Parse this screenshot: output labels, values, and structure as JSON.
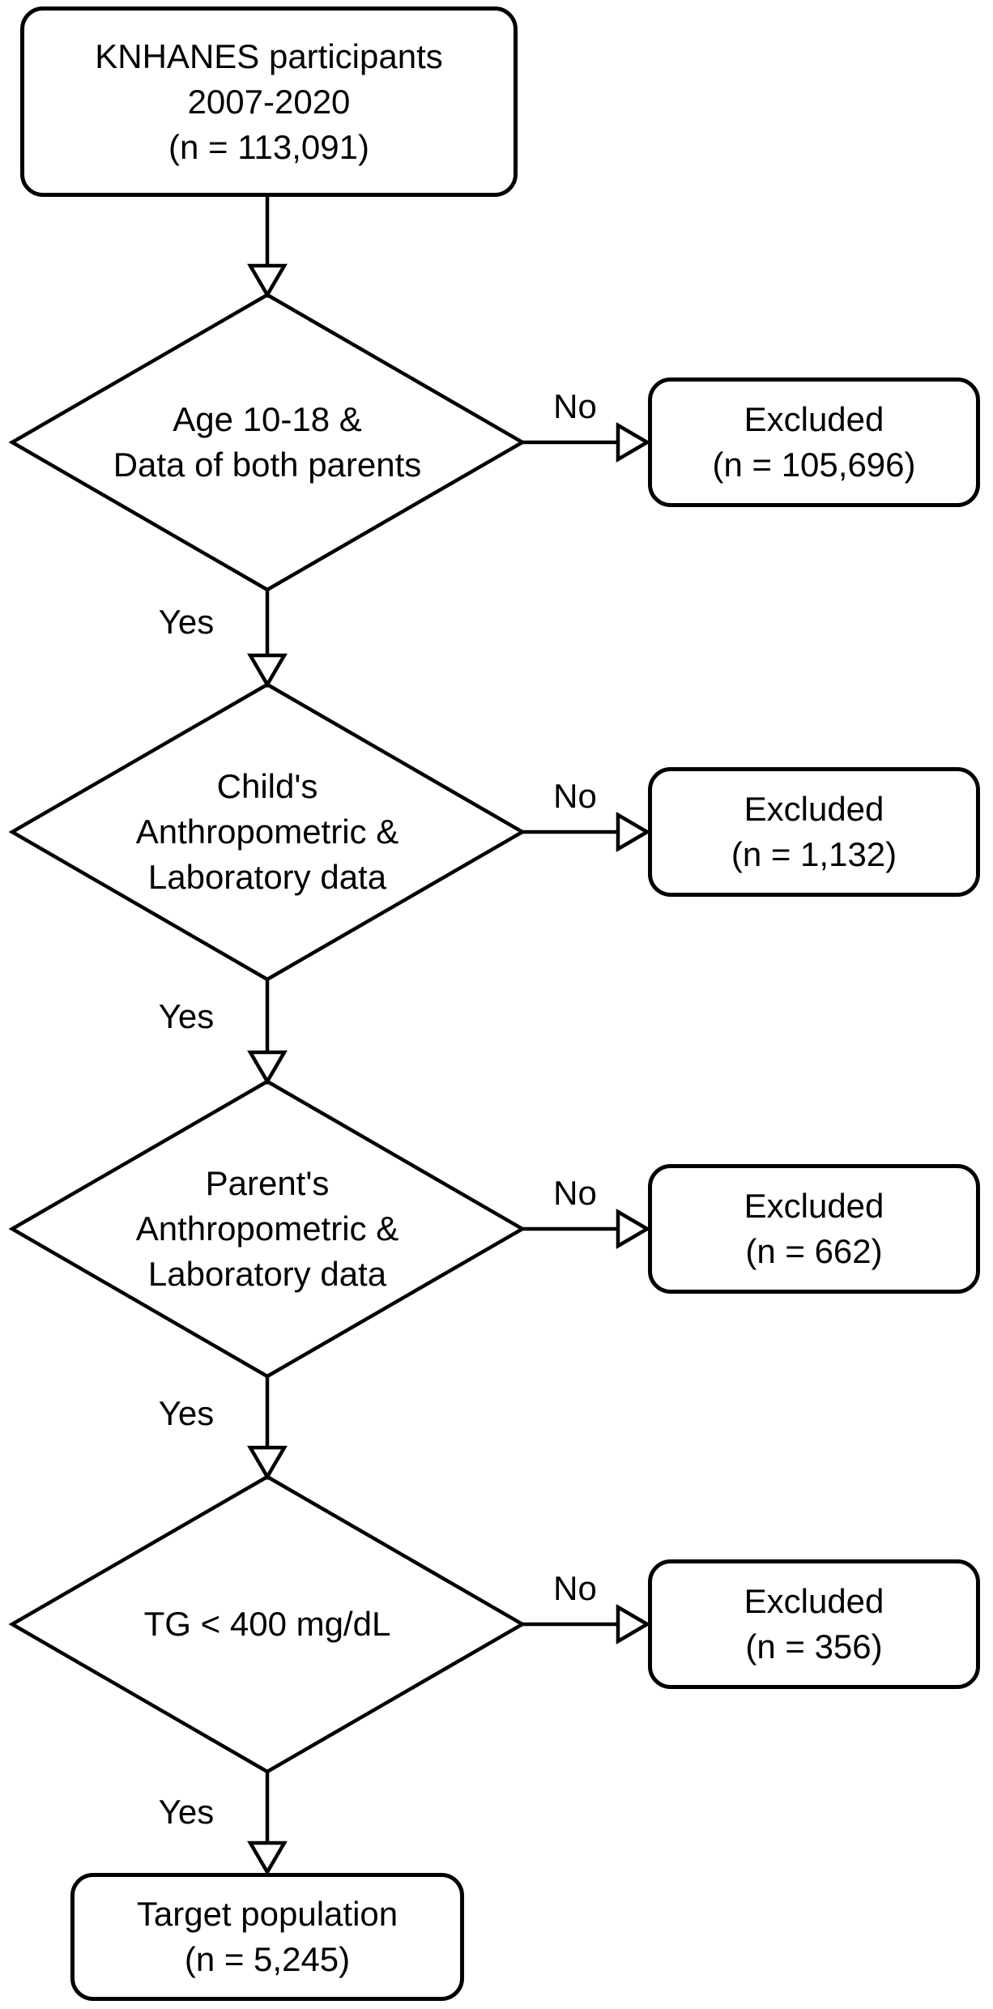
{
  "diagram": {
    "start": "KNHANES participants\n2007-2020\n(n = 113,091)",
    "decisions": [
      {
        "label": "Age 10-18 &\nData of both parents",
        "no": "No",
        "yes": "Yes",
        "excluded": "Excluded\n(n = 105,696)"
      },
      {
        "label": "Child's\nAnthropometric &\nLaboratory data",
        "no": "No",
        "yes": "Yes",
        "excluded": "Excluded\n(n = 1,132)"
      },
      {
        "label": "Parent's\nAnthropometric &\nLaboratory data",
        "no": "No",
        "yes": "Yes",
        "excluded": "Excluded\n(n = 662)"
      },
      {
        "label": "TG < 400 mg/dL",
        "no": "No",
        "yes": "Yes",
        "excluded": "Excluded\n(n = 356)"
      }
    ],
    "end": "Target population\n(n = 5,245)",
    "line_color": "#000000",
    "fill_color": "#ffffff"
  }
}
